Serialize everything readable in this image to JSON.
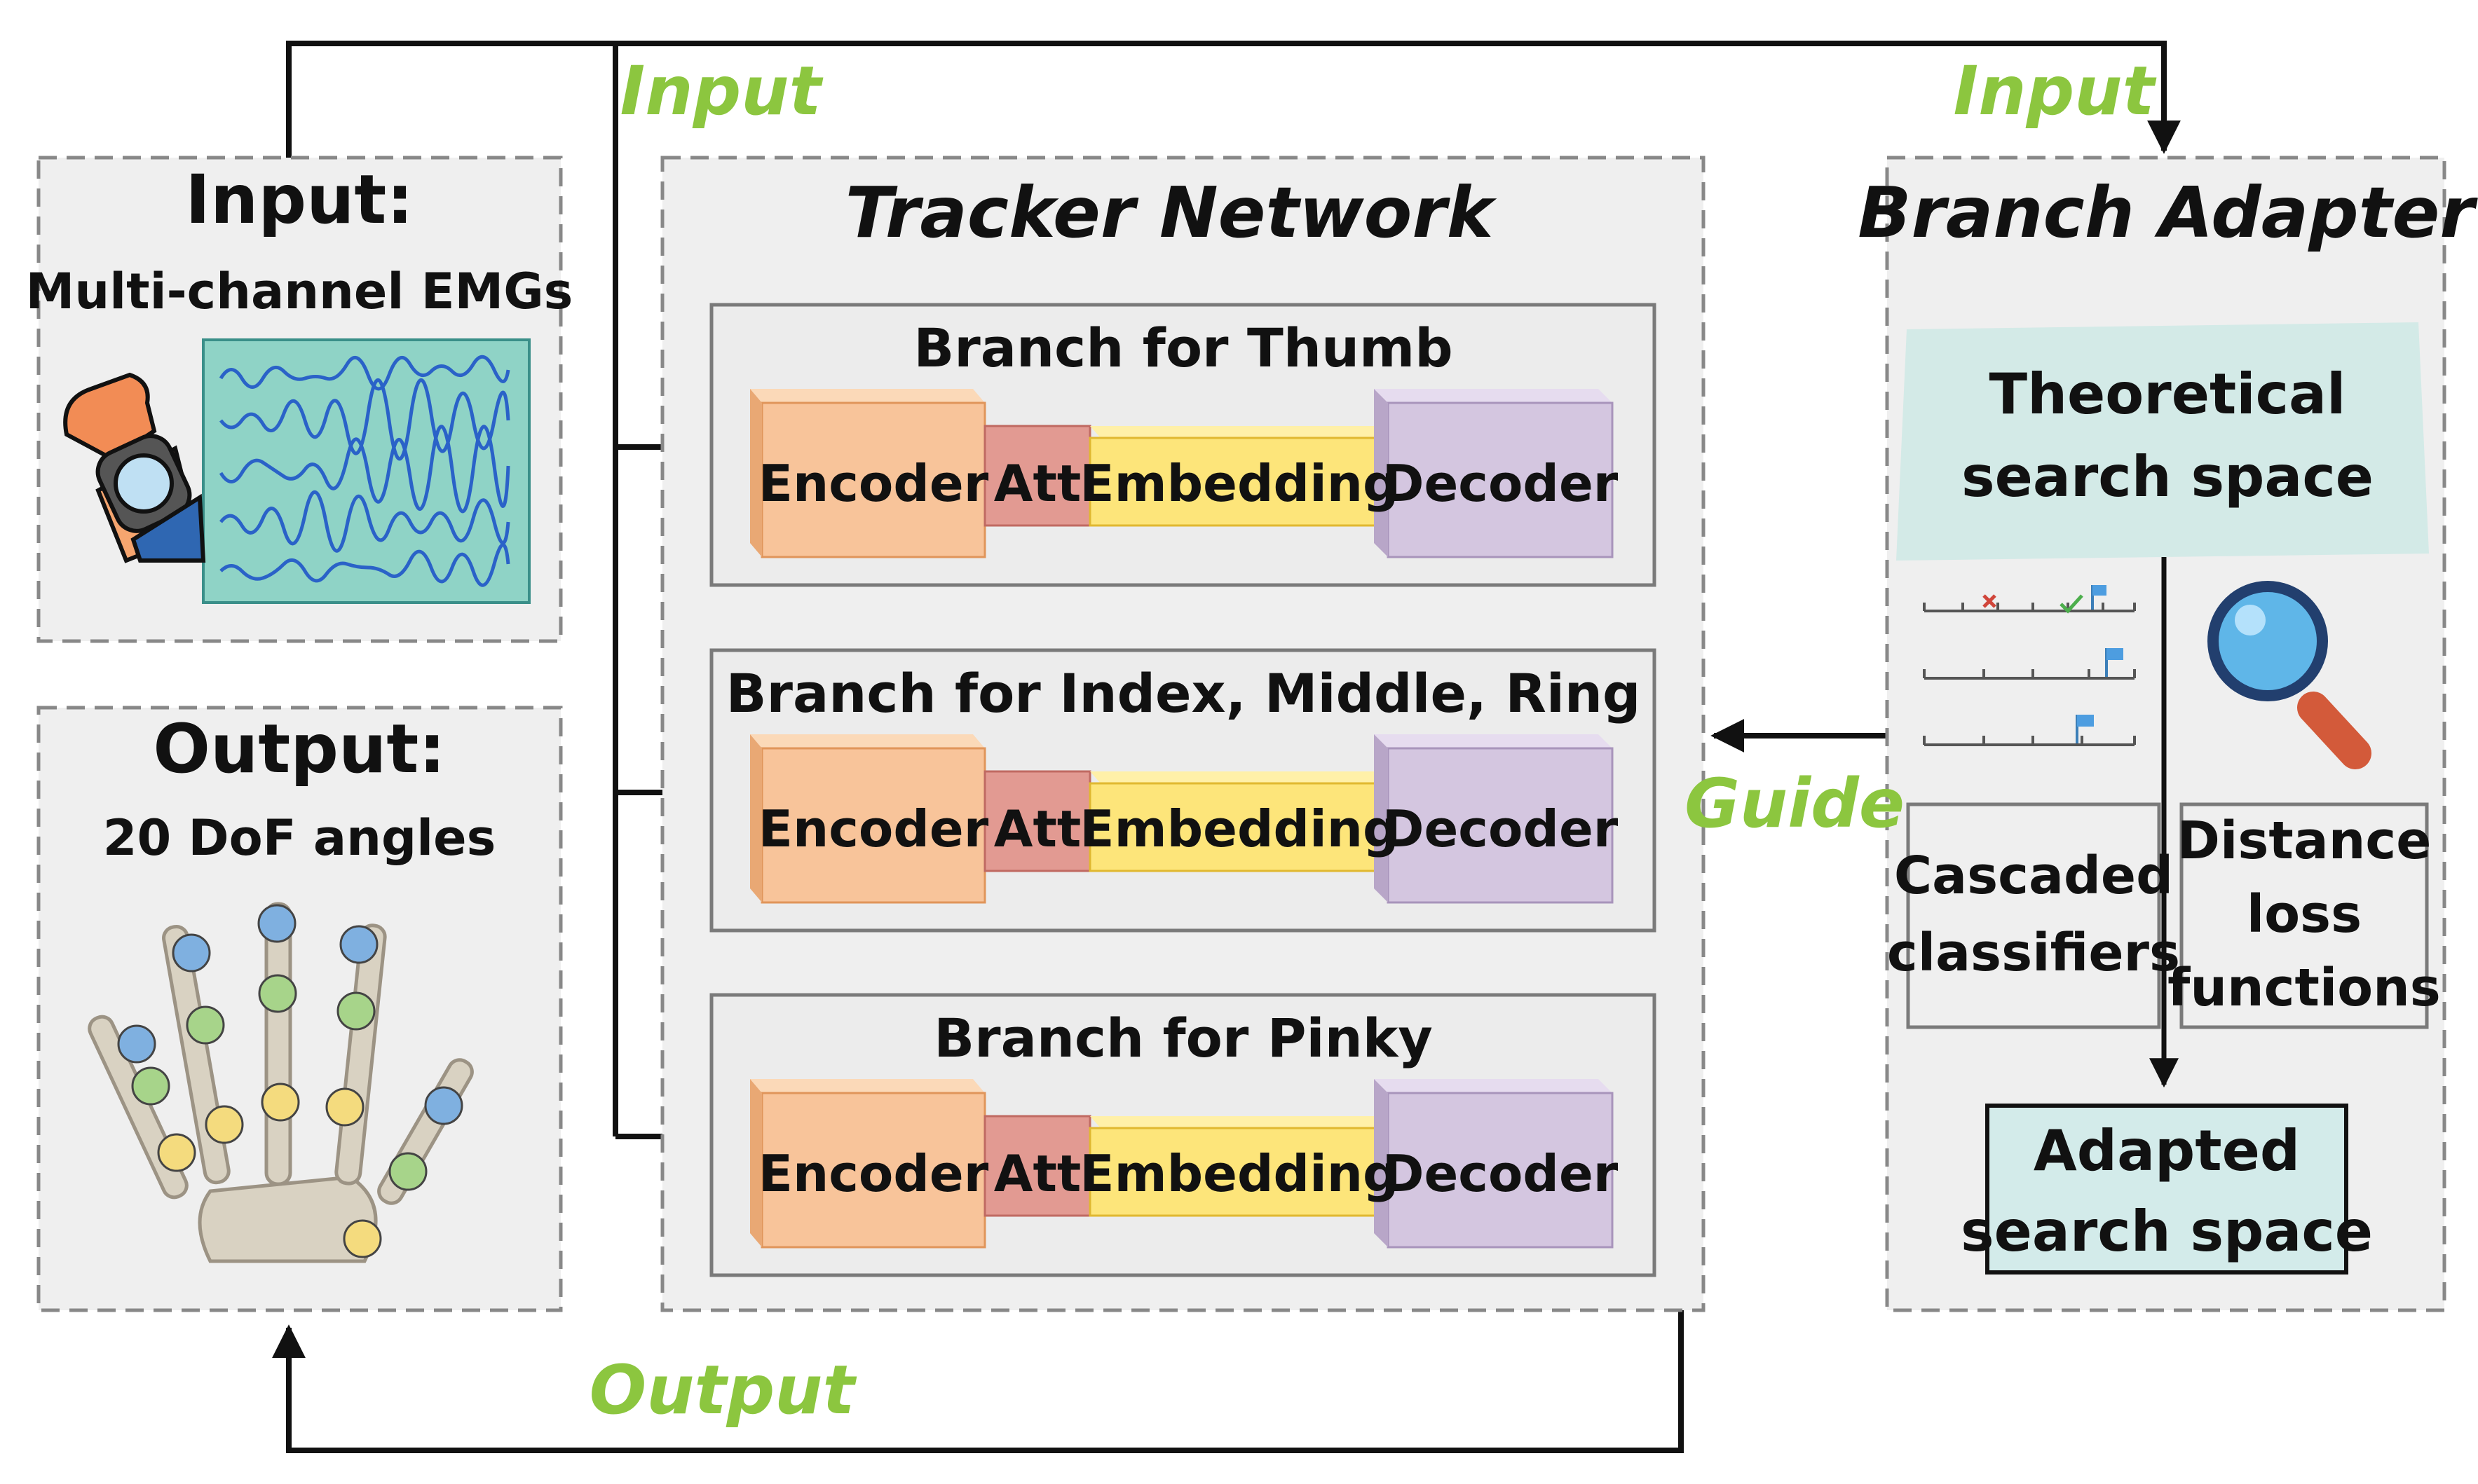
{
  "input_panel": {
    "title": "Input:",
    "subtitle": "Multi-channel EMGs"
  },
  "output_panel": {
    "title": "Output:",
    "subtitle": "20 DoF angles"
  },
  "tracker": {
    "title": "Tracker Network",
    "branches": [
      {
        "title": "Branch for Thumb",
        "encoder": "Encoder",
        "att": "Att",
        "embedding": "Embedding",
        "decoder": "Decoder"
      },
      {
        "title": "Branch for Index, Middle, Ring",
        "encoder": "Encoder",
        "att": "Att",
        "embedding": "Embedding",
        "decoder": "Decoder"
      },
      {
        "title": "Branch for Pinky",
        "encoder": "Encoder",
        "att": "Att",
        "embedding": "Embedding",
        "decoder": "Decoder"
      }
    ]
  },
  "adapter": {
    "title": "Branch Adapter",
    "theoretical_line1": "Theoretical",
    "theoretical_line2": "search space",
    "cascaded_line1": "Cascaded",
    "cascaded_line2": "classifiers",
    "distance_line1": "Distance",
    "distance_line2": "loss",
    "distance_line3": "functions",
    "adapted_line1": "Adapted",
    "adapted_line2": "search space"
  },
  "flow_labels": {
    "input_left": "Input",
    "input_right": "Input",
    "guide": "Guide",
    "output": "Output"
  },
  "colors": {
    "panel_bg": "#efefef",
    "encoder": "#f8c49a",
    "att": "#e29a92",
    "embedding": "#fde57a",
    "decoder": "#d4c6e0",
    "label_green": "#8cc63f",
    "emg_bg": "#8fd3c6",
    "adapted_bg": "#d3ebea"
  }
}
